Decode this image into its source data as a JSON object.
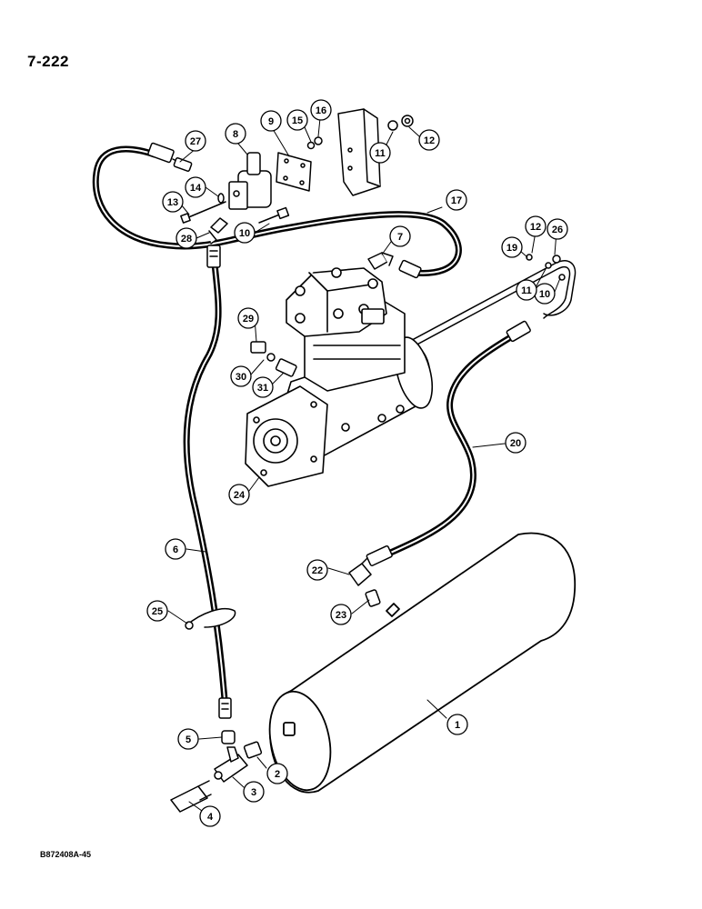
{
  "page": {
    "number": "7-222",
    "figure_code": "B872408A-45"
  },
  "callouts": {
    "c1": "1",
    "c2": "2",
    "c3": "3",
    "c4": "4",
    "c5": "5",
    "c6": "6",
    "c7": "7",
    "c8": "8",
    "c9": "9",
    "c10a": "10",
    "c10b": "10",
    "c11a": "11",
    "c11b": "11",
    "c12a": "12",
    "c12b": "12",
    "c13": "13",
    "c14": "14",
    "c15": "15",
    "c16": "16",
    "c17": "17",
    "c19": "19",
    "c20": "20",
    "c22": "22",
    "c23": "23",
    "c24": "24",
    "c25": "25",
    "c26": "26",
    "c27": "27",
    "c28": "28",
    "c29": "29",
    "c30": "30",
    "c31": "31"
  }
}
